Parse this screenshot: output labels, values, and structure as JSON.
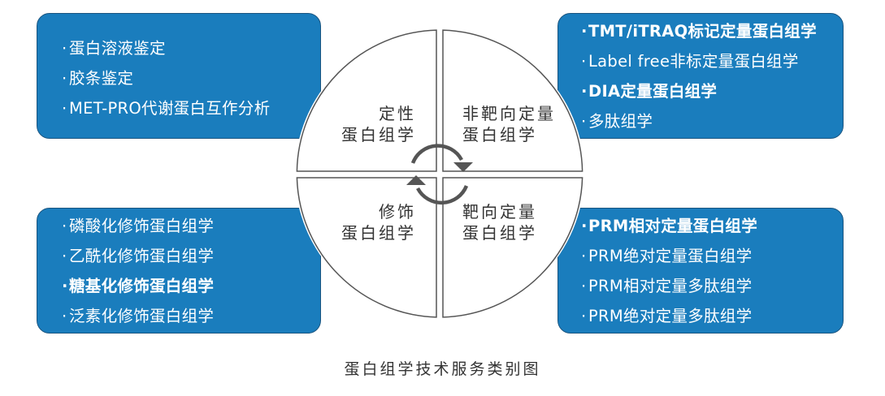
{
  "diagram": {
    "caption": "蛋白组学技术服务类别图",
    "quadrants": {
      "top_left": {
        "line1": "定性",
        "line2": "蛋白组学"
      },
      "top_right": {
        "line1": "非靶向定量",
        "line2": "蛋白组学"
      },
      "bottom_left": {
        "line1": "修饰",
        "line2": "蛋白组学"
      },
      "bottom_right": {
        "line1": "靶向定量",
        "line2": "蛋白组学"
      }
    },
    "boxes": {
      "top_left": {
        "items": [
          {
            "text": "蛋白溶液鉴定",
            "bold": false
          },
          {
            "text": "胶条鉴定",
            "bold": false
          },
          {
            "text": "MET-PRO代谢蛋白互作分析",
            "bold": false
          }
        ]
      },
      "top_right": {
        "items": [
          {
            "text": "TMT/iTRAQ标记定量蛋白组学",
            "bold": true
          },
          {
            "text": "Label free非标定量蛋白组学",
            "bold": false
          },
          {
            "text": "DIA定量蛋白组学",
            "bold": true
          },
          {
            "text": "多肽组学",
            "bold": false
          }
        ]
      },
      "bottom_left": {
        "items": [
          {
            "text": "磷酸化修饰蛋白组学",
            "bold": false
          },
          {
            "text": "乙酰化修饰蛋白组学",
            "bold": false
          },
          {
            "text": "糖基化修饰蛋白组学",
            "bold": true
          },
          {
            "text": "泛素化修饰蛋白组学",
            "bold": false
          }
        ]
      },
      "bottom_right": {
        "items": [
          {
            "text": "PRM相对定量蛋白组学",
            "bold": true
          },
          {
            "text": "PRM绝对定量蛋白组学",
            "bold": false
          },
          {
            "text": "PRM相对定量多肽组学",
            "bold": false
          },
          {
            "text": "PRM绝对定量多肽组学",
            "bold": false
          }
        ]
      }
    },
    "bullet": "·",
    "colors": {
      "box_fill": "#1a7dbd",
      "box_border": "#1a5580",
      "wheel_stroke": "#555555",
      "arrow": "#555555",
      "text_dark": "#333333"
    }
  }
}
